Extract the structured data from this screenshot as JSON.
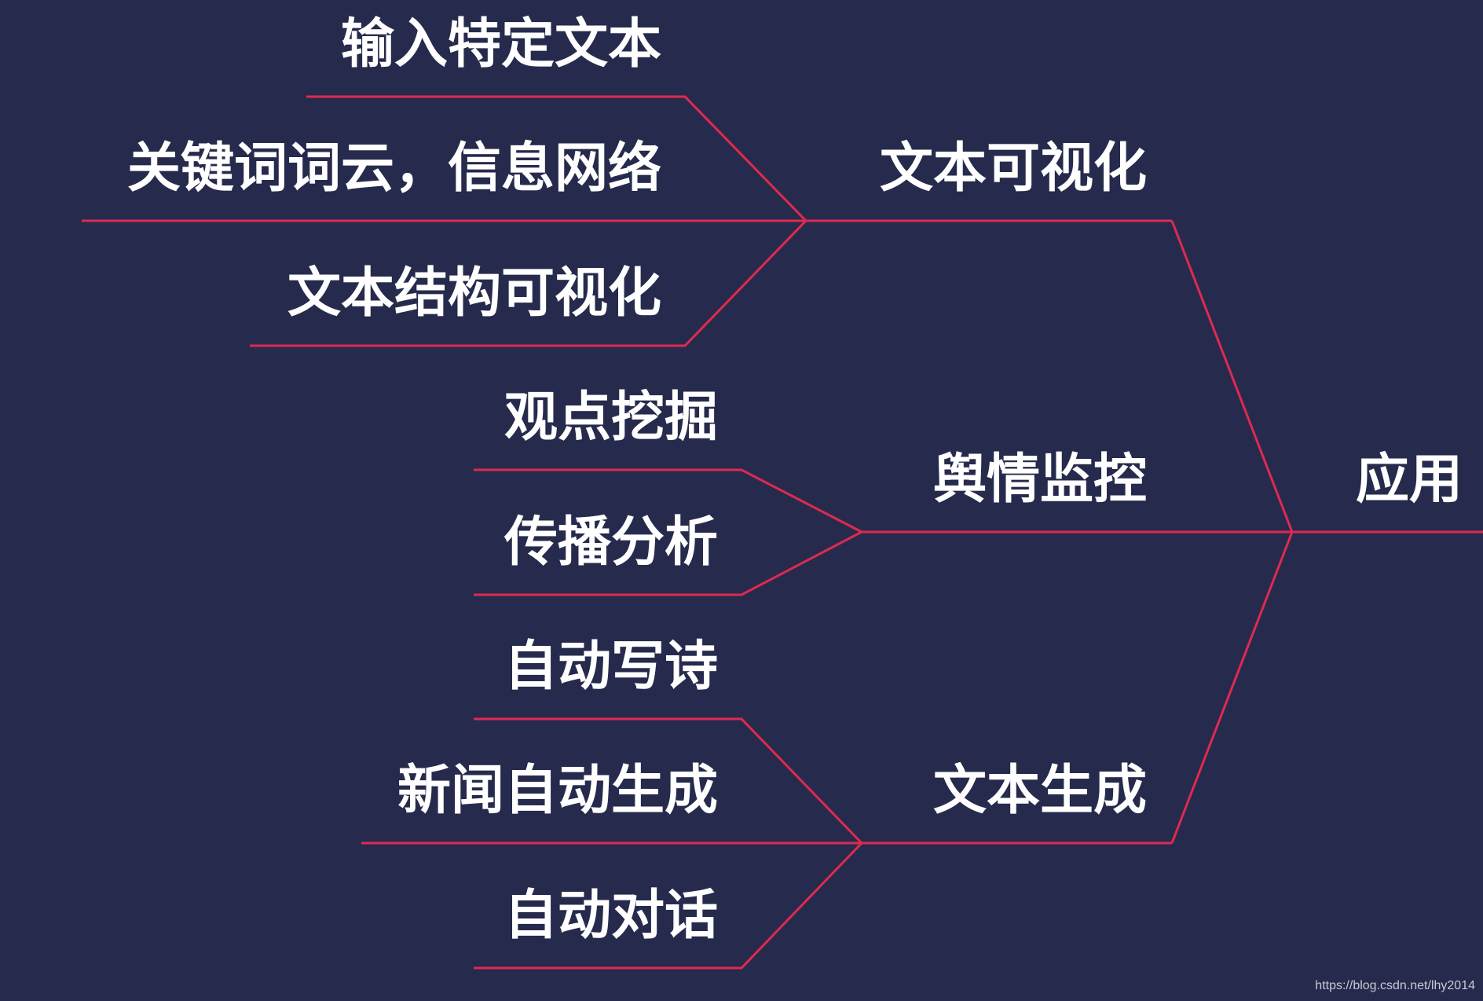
{
  "colors": {
    "background": "#262b4d",
    "connector": "#e0294f",
    "text": "#ffffff"
  },
  "root": {
    "label": "应用"
  },
  "branches": [
    {
      "label": "文本可视化",
      "children": [
        {
          "label": "输入特定文本"
        },
        {
          "label": "关键词词云，信息网络"
        },
        {
          "label": "文本结构可视化"
        }
      ]
    },
    {
      "label": "舆情监控",
      "children": [
        {
          "label": "观点挖掘"
        },
        {
          "label": "传播分析"
        }
      ]
    },
    {
      "label": "文本生成",
      "children": [
        {
          "label": "自动写诗"
        },
        {
          "label": "新闻自动生成"
        },
        {
          "label": "自动对话"
        }
      ]
    }
  ],
  "watermark": "https://blog.csdn.net/lhy2014"
}
